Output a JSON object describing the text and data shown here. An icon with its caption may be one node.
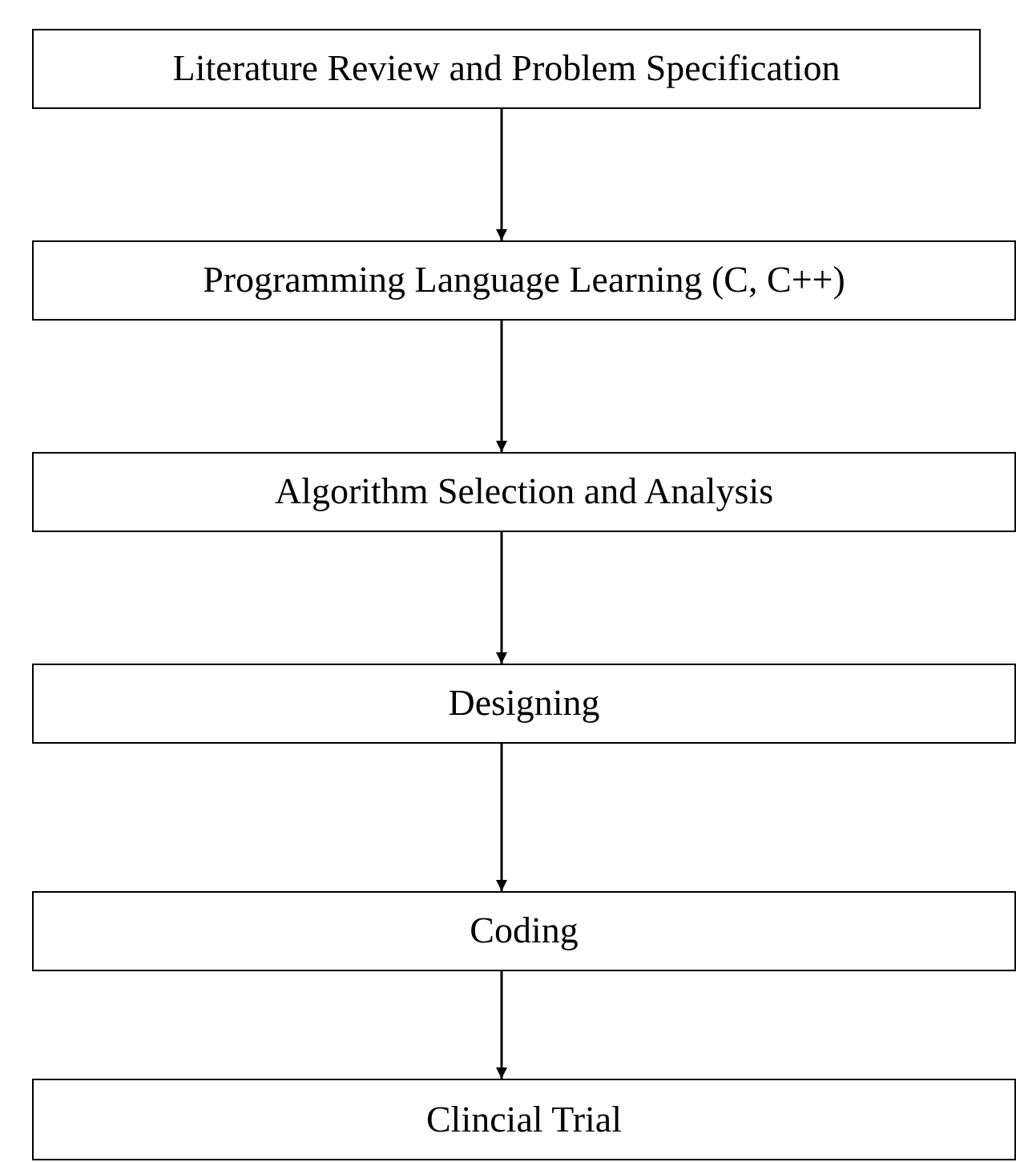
{
  "diagram": {
    "nodes": [
      {
        "text": [
          "Literature Review and Problem Specification"
        ]
      },
      {
        "text": [
          "Programming Language Learning (C, C++)"
        ]
      },
      {
        "text": [
          "Algorithm Selection and Analysis"
        ]
      },
      {
        "text": [
          "Designing"
        ]
      },
      {
        "text": [
          "Coding"
        ]
      },
      {
        "text": [
          "Clincial Trial"
        ]
      }
    ],
    "edges": [
      {
        "from": 0,
        "to": 1,
        "arrow": "to"
      },
      {
        "from": 1,
        "to": 2,
        "arrow": "to"
      },
      {
        "from": 2,
        "to": 3,
        "arrow": "to"
      },
      {
        "from": 3,
        "to": 4,
        "arrow": "to"
      },
      {
        "from": 4,
        "to": 5,
        "arrow": "to"
      }
    ]
  }
}
